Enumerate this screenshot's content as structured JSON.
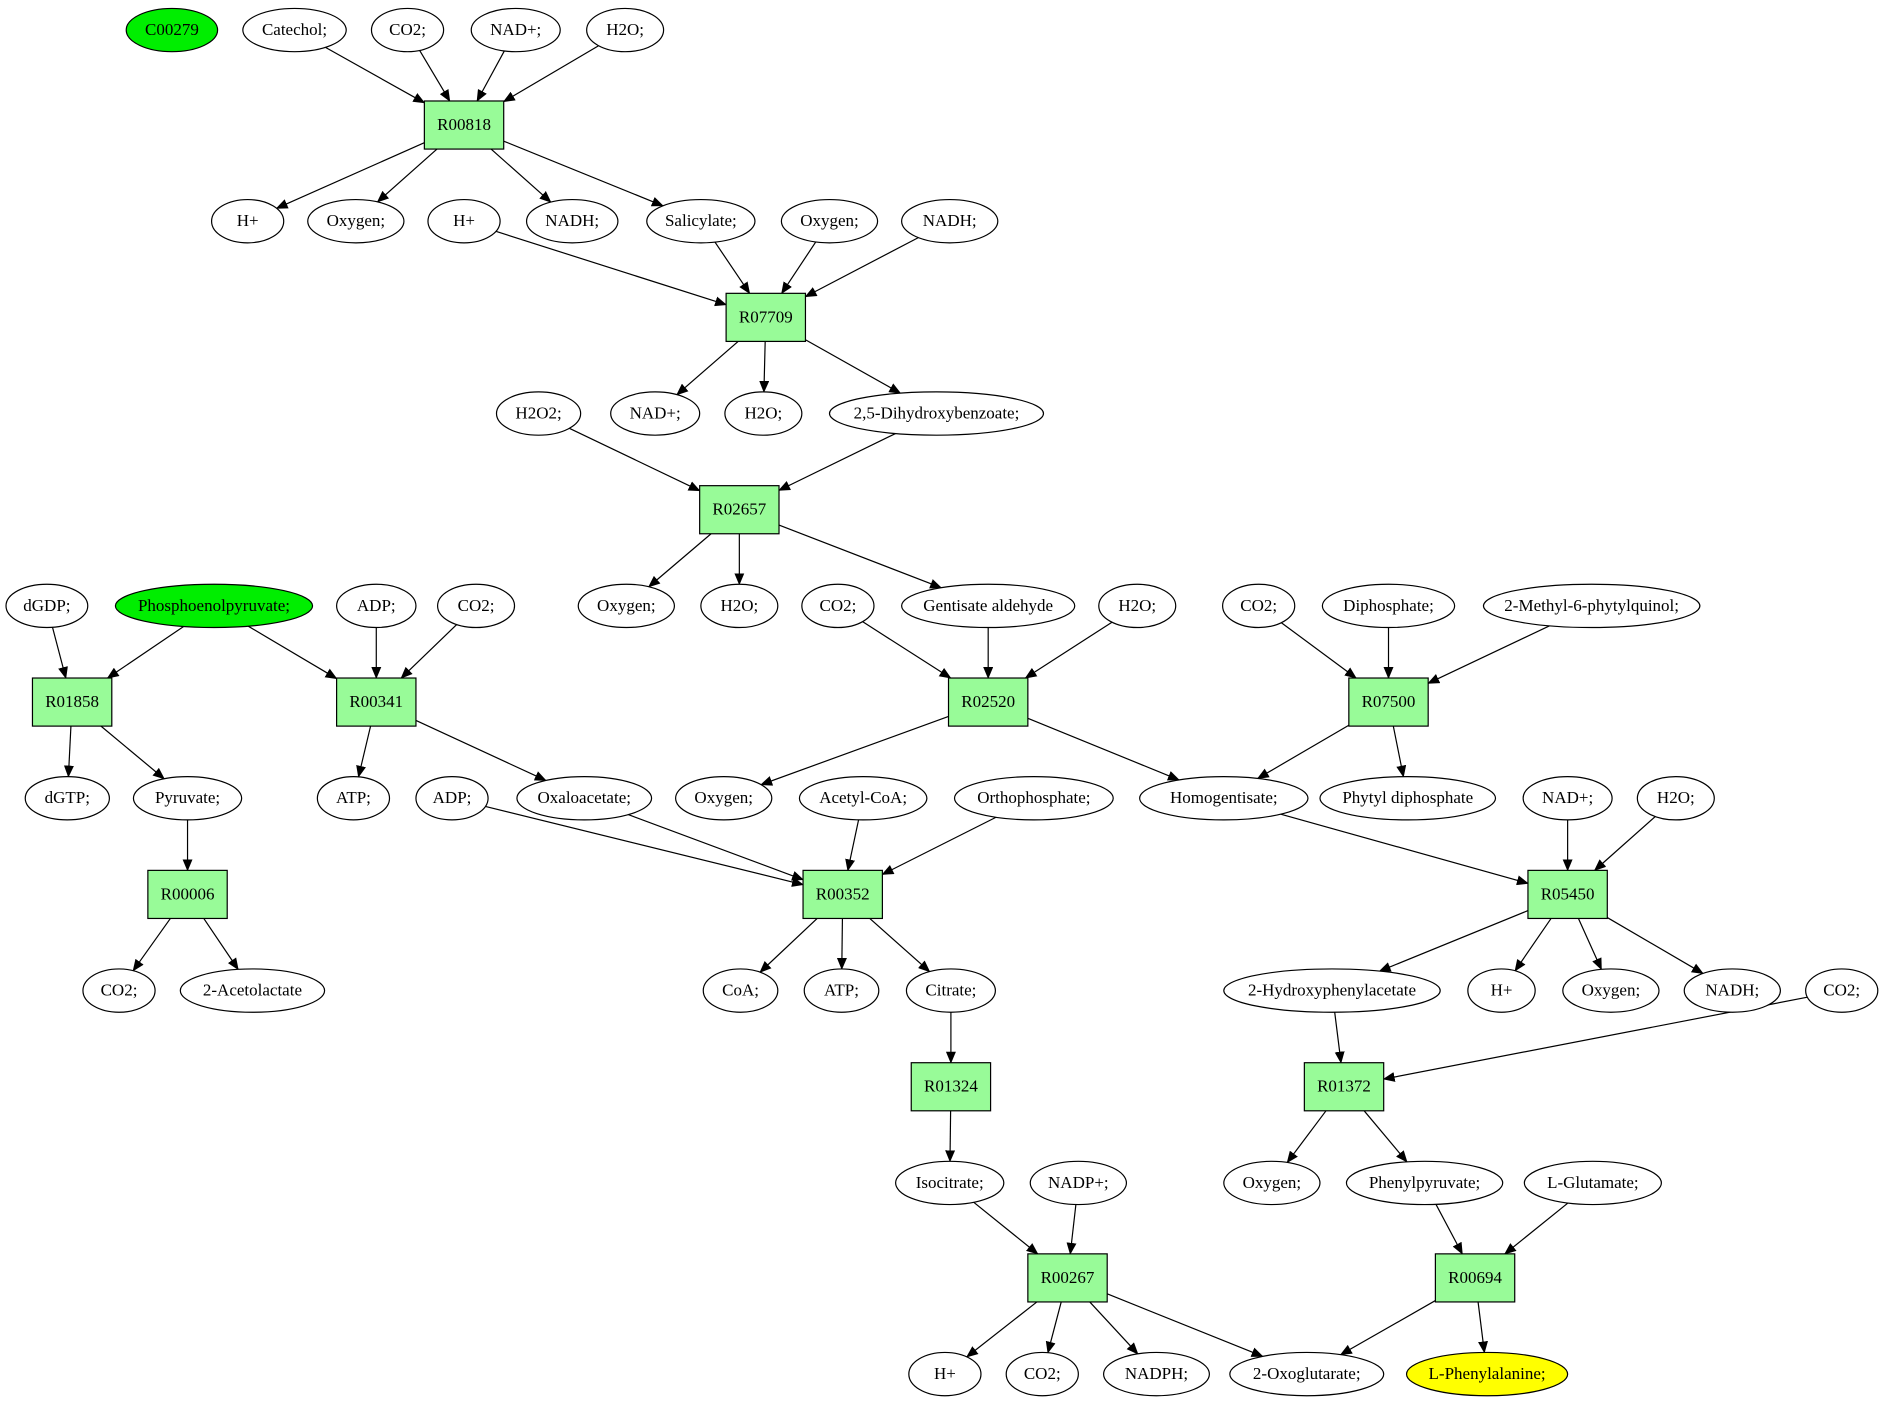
{
  "colors": {
    "reaction_fill": "#98fb98",
    "compound_fill": "#ffffff",
    "start_fill": "#00ee00",
    "target_fill": "#ffff00",
    "stroke": "#000000"
  },
  "nodes": [
    {
      "id": "C00279",
      "label": "C00279",
      "kind": "compound",
      "style": "start"
    },
    {
      "id": "catechol",
      "label": "Catechol;",
      "kind": "compound"
    },
    {
      "id": "co2_a",
      "label": "CO2;",
      "kind": "compound"
    },
    {
      "id": "nad_a",
      "label": "NAD+;",
      "kind": "compound"
    },
    {
      "id": "h2o_a",
      "label": "H2O;",
      "kind": "compound"
    },
    {
      "id": "R00818",
      "label": "R00818",
      "kind": "reaction"
    },
    {
      "id": "hplus_a",
      "label": "H+",
      "kind": "compound"
    },
    {
      "id": "oxygen_a",
      "label": "Oxygen;",
      "kind": "compound"
    },
    {
      "id": "hplus_b",
      "label": "H+",
      "kind": "compound"
    },
    {
      "id": "nadh_a",
      "label": "NADH;",
      "kind": "compound"
    },
    {
      "id": "salicylate",
      "label": "Salicylate;",
      "kind": "compound"
    },
    {
      "id": "oxygen_b",
      "label": "Oxygen;",
      "kind": "compound"
    },
    {
      "id": "nadh_b",
      "label": "NADH;",
      "kind": "compound"
    },
    {
      "id": "R07709",
      "label": "R07709",
      "kind": "reaction"
    },
    {
      "id": "h2o2",
      "label": "H2O2;",
      "kind": "compound"
    },
    {
      "id": "nad_b",
      "label": "NAD+;",
      "kind": "compound"
    },
    {
      "id": "h2o_b",
      "label": "H2O;",
      "kind": "compound"
    },
    {
      "id": "dhb",
      "label": "2,5-Dihydroxybenzoate;",
      "kind": "compound"
    },
    {
      "id": "R02657",
      "label": "R02657",
      "kind": "reaction"
    },
    {
      "id": "dgdp",
      "label": "dGDP;",
      "kind": "compound"
    },
    {
      "id": "pep",
      "label": "Phosphoenolpyruvate;",
      "kind": "compound",
      "style": "start"
    },
    {
      "id": "adp_a",
      "label": "ADP;",
      "kind": "compound"
    },
    {
      "id": "co2_b",
      "label": "CO2;",
      "kind": "compound"
    },
    {
      "id": "oxygen_c",
      "label": "Oxygen;",
      "kind": "compound"
    },
    {
      "id": "h2o_c",
      "label": "H2O;",
      "kind": "compound"
    },
    {
      "id": "co2_c",
      "label": "CO2;",
      "kind": "compound"
    },
    {
      "id": "gentisald",
      "label": "Gentisate aldehyde",
      "kind": "compound"
    },
    {
      "id": "h2o_d",
      "label": "H2O;",
      "kind": "compound"
    },
    {
      "id": "co2_d",
      "label": "CO2;",
      "kind": "compound"
    },
    {
      "id": "diphosphate",
      "label": "Diphosphate;",
      "kind": "compound"
    },
    {
      "id": "mpq",
      "label": "2-Methyl-6-phytylquinol;",
      "kind": "compound"
    },
    {
      "id": "R01858",
      "label": "R01858",
      "kind": "reaction"
    },
    {
      "id": "R00341",
      "label": "R00341",
      "kind": "reaction"
    },
    {
      "id": "R02520",
      "label": "R02520",
      "kind": "reaction"
    },
    {
      "id": "R07500",
      "label": "R07500",
      "kind": "reaction"
    },
    {
      "id": "dgtp",
      "label": "dGTP;",
      "kind": "compound"
    },
    {
      "id": "pyruvate",
      "label": "Pyruvate;",
      "kind": "compound"
    },
    {
      "id": "atp_a",
      "label": "ATP;",
      "kind": "compound"
    },
    {
      "id": "adp_b",
      "label": "ADP;",
      "kind": "compound"
    },
    {
      "id": "oxaloacetate",
      "label": "Oxaloacetate;",
      "kind": "compound"
    },
    {
      "id": "oxygen_d",
      "label": "Oxygen;",
      "kind": "compound"
    },
    {
      "id": "acetylcoa",
      "label": "Acetyl-CoA;",
      "kind": "compound"
    },
    {
      "id": "orthophosphate",
      "label": "Orthophosphate;",
      "kind": "compound"
    },
    {
      "id": "homogentisate",
      "label": "Homogentisate;",
      "kind": "compound"
    },
    {
      "id": "phytyldp",
      "label": "Phytyl diphosphate",
      "kind": "compound"
    },
    {
      "id": "nad_c",
      "label": "NAD+;",
      "kind": "compound"
    },
    {
      "id": "h2o_e",
      "label": "H2O;",
      "kind": "compound"
    },
    {
      "id": "R00006",
      "label": "R00006",
      "kind": "reaction"
    },
    {
      "id": "R00352",
      "label": "R00352",
      "kind": "reaction"
    },
    {
      "id": "R05450",
      "label": "R05450",
      "kind": "reaction"
    },
    {
      "id": "co2_e",
      "label": "CO2;",
      "kind": "compound"
    },
    {
      "id": "acetolactate",
      "label": "2-Acetolactate",
      "kind": "compound"
    },
    {
      "id": "coa",
      "label": "CoA;",
      "kind": "compound"
    },
    {
      "id": "atp_b",
      "label": "ATP;",
      "kind": "compound"
    },
    {
      "id": "citrate",
      "label": "Citrate;",
      "kind": "compound"
    },
    {
      "id": "hpa",
      "label": "2-Hydroxyphenylacetate",
      "kind": "compound"
    },
    {
      "id": "hplus_c",
      "label": "H+",
      "kind": "compound"
    },
    {
      "id": "oxygen_e",
      "label": "Oxygen;",
      "kind": "compound"
    },
    {
      "id": "nadh_c",
      "label": "NADH;",
      "kind": "compound"
    },
    {
      "id": "co2_f",
      "label": "CO2;",
      "kind": "compound"
    },
    {
      "id": "R01324",
      "label": "R01324",
      "kind": "reaction"
    },
    {
      "id": "R01372",
      "label": "R01372",
      "kind": "reaction"
    },
    {
      "id": "isocitrate",
      "label": "Isocitrate;",
      "kind": "compound"
    },
    {
      "id": "nadp",
      "label": "NADP+;",
      "kind": "compound"
    },
    {
      "id": "oxygen_f",
      "label": "Oxygen;",
      "kind": "compound"
    },
    {
      "id": "phenylpyruvate",
      "label": "Phenylpyruvate;",
      "kind": "compound"
    },
    {
      "id": "glutamate",
      "label": "L-Glutamate;",
      "kind": "compound"
    },
    {
      "id": "R00267",
      "label": "R00267",
      "kind": "reaction"
    },
    {
      "id": "R00694",
      "label": "R00694",
      "kind": "reaction"
    },
    {
      "id": "hplus_d",
      "label": "H+",
      "kind": "compound"
    },
    {
      "id": "co2_g",
      "label": "CO2;",
      "kind": "compound"
    },
    {
      "id": "nadph",
      "label": "NADPH;",
      "kind": "compound"
    },
    {
      "id": "oxoglutarate",
      "label": "2-Oxoglutarate;",
      "kind": "compound"
    },
    {
      "id": "phenylalanine",
      "label": "L-Phenylalanine;",
      "kind": "compound",
      "style": "target"
    }
  ],
  "edges": [
    [
      "catechol",
      "R00818"
    ],
    [
      "co2_a",
      "R00818"
    ],
    [
      "nad_a",
      "R00818"
    ],
    [
      "h2o_a",
      "R00818"
    ],
    [
      "R00818",
      "hplus_a"
    ],
    [
      "R00818",
      "oxygen_a"
    ],
    [
      "R00818",
      "nadh_a"
    ],
    [
      "R00818",
      "salicylate"
    ],
    [
      "hplus_b",
      "R07709"
    ],
    [
      "salicylate",
      "R07709"
    ],
    [
      "oxygen_b",
      "R07709"
    ],
    [
      "nadh_b",
      "R07709"
    ],
    [
      "R07709",
      "nad_b"
    ],
    [
      "R07709",
      "h2o_b"
    ],
    [
      "R07709",
      "dhb"
    ],
    [
      "h2o2",
      "R02657"
    ],
    [
      "dhb",
      "R02657"
    ],
    [
      "R02657",
      "oxygen_c"
    ],
    [
      "R02657",
      "h2o_c"
    ],
    [
      "R02657",
      "gentisald"
    ],
    [
      "dgdp",
      "R01858"
    ],
    [
      "pep",
      "R01858"
    ],
    [
      "pep",
      "R00341"
    ],
    [
      "adp_a",
      "R00341"
    ],
    [
      "co2_b",
      "R00341"
    ],
    [
      "co2_c",
      "R02520"
    ],
    [
      "gentisald",
      "R02520"
    ],
    [
      "h2o_d",
      "R02520"
    ],
    [
      "co2_d",
      "R07500"
    ],
    [
      "diphosphate",
      "R07500"
    ],
    [
      "mpq",
      "R07500"
    ],
    [
      "R01858",
      "dgtp"
    ],
    [
      "R01858",
      "pyruvate"
    ],
    [
      "R00341",
      "atp_a"
    ],
    [
      "R00341",
      "oxaloacetate"
    ],
    [
      "R02520",
      "oxygen_d"
    ],
    [
      "R02520",
      "homogentisate"
    ],
    [
      "R07500",
      "homogentisate"
    ],
    [
      "R07500",
      "phytyldp"
    ],
    [
      "pyruvate",
      "R00006"
    ],
    [
      "adp_b",
      "R00352"
    ],
    [
      "oxaloacetate",
      "R00352"
    ],
    [
      "acetylcoa",
      "R00352"
    ],
    [
      "orthophosphate",
      "R00352"
    ],
    [
      "homogentisate",
      "R05450"
    ],
    [
      "nad_c",
      "R05450"
    ],
    [
      "h2o_e",
      "R05450"
    ],
    [
      "R00006",
      "co2_e"
    ],
    [
      "R00006",
      "acetolactate"
    ],
    [
      "R00352",
      "coa"
    ],
    [
      "R00352",
      "atp_b"
    ],
    [
      "R00352",
      "citrate"
    ],
    [
      "R05450",
      "hpa"
    ],
    [
      "R05450",
      "hplus_c"
    ],
    [
      "R05450",
      "oxygen_e"
    ],
    [
      "R05450",
      "nadh_c"
    ],
    [
      "citrate",
      "R01324"
    ],
    [
      "hpa",
      "R01372"
    ],
    [
      "co2_f",
      "R01372"
    ],
    [
      "R01324",
      "isocitrate"
    ],
    [
      "R01372",
      "oxygen_f"
    ],
    [
      "R01372",
      "phenylpyruvate"
    ],
    [
      "isocitrate",
      "R00267"
    ],
    [
      "nadp",
      "R00267"
    ],
    [
      "phenylpyruvate",
      "R00694"
    ],
    [
      "glutamate",
      "R00694"
    ],
    [
      "R00267",
      "hplus_d"
    ],
    [
      "R00267",
      "co2_g"
    ],
    [
      "R00267",
      "nadph"
    ],
    [
      "R00267",
      "oxoglutarate"
    ],
    [
      "R00694",
      "oxoglutarate"
    ],
    [
      "R00694",
      "phenylalanine"
    ]
  ]
}
